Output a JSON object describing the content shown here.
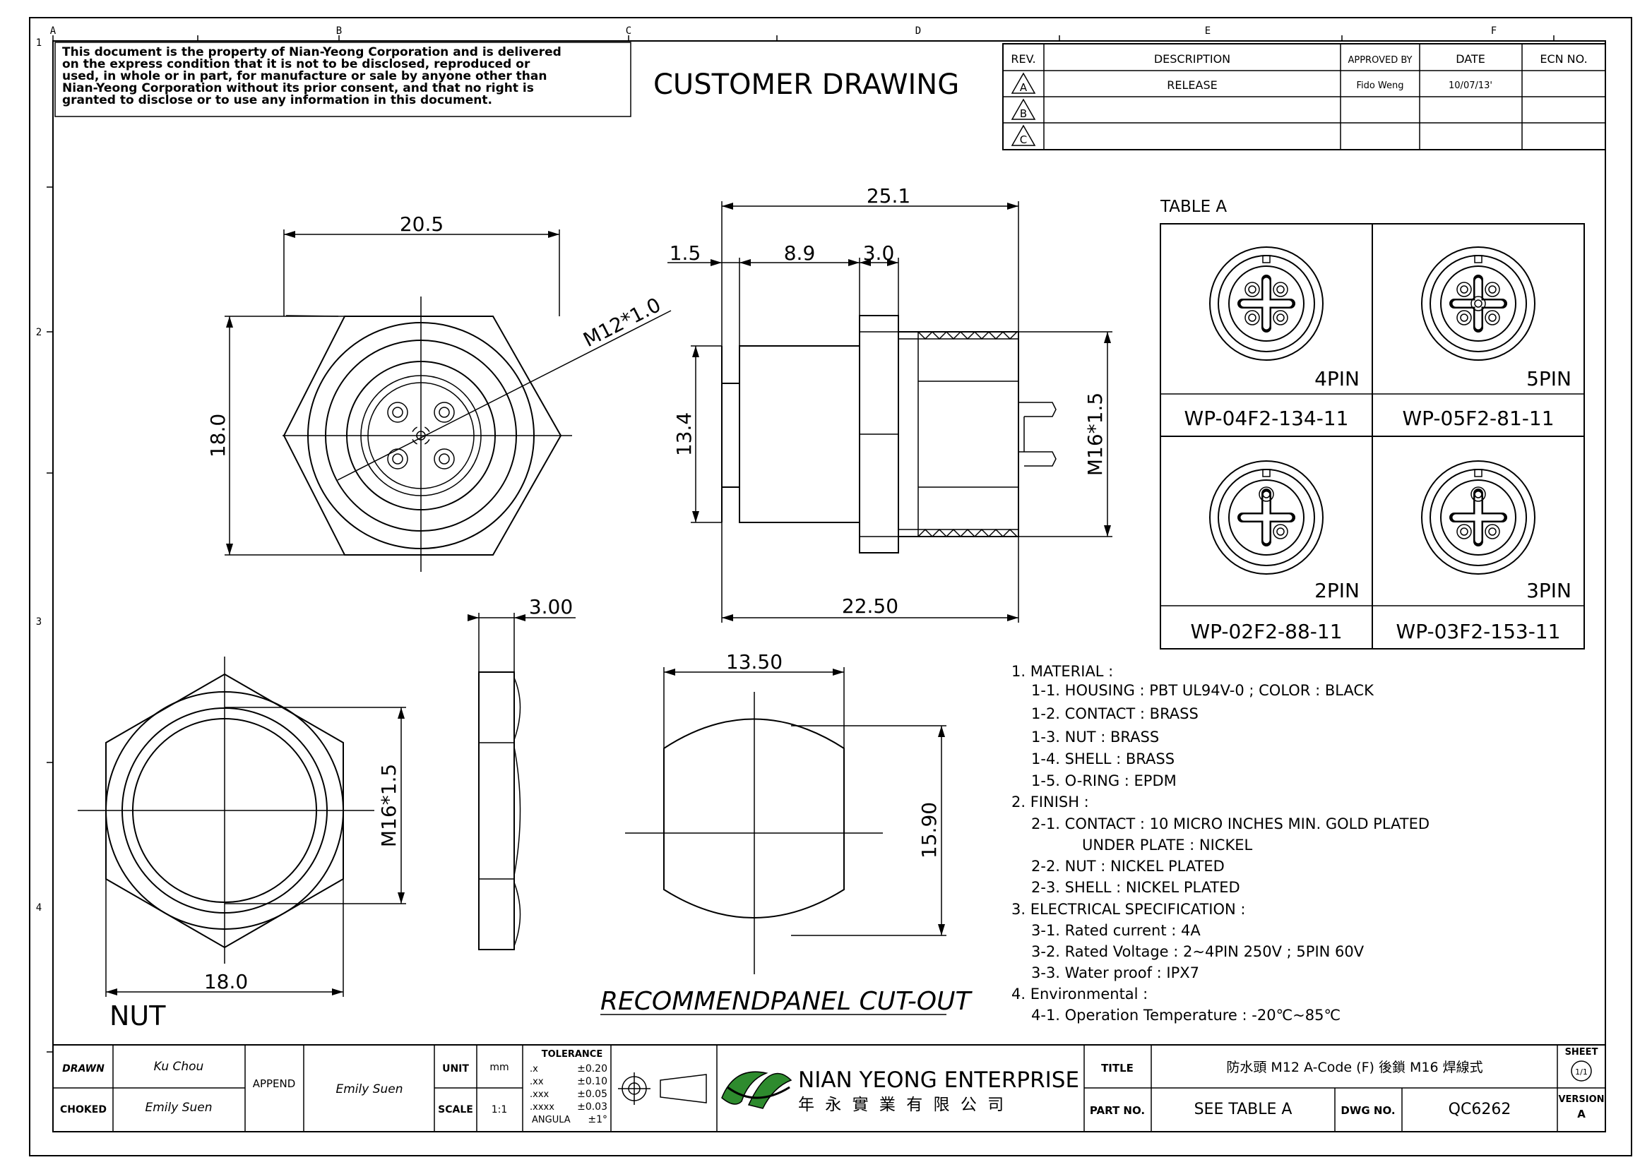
{
  "grid": {
    "cols": [
      "A",
      "B",
      "C",
      "D",
      "E",
      "F"
    ],
    "rows": [
      "1",
      "2",
      "3",
      "4"
    ]
  },
  "notice": {
    "lines": [
      "This document is the property of Nian-Yeong Corporation and is delivered",
      "on   the   express condition that it is not to be disclosed, reproduced or",
      "used, in whole or in part, for manufacture or sale by anyone other than",
      "Nian-Yeong Corporation without  its prior consent, and that  no right  is",
      "granted to disclose or to use any information in this  document."
    ]
  },
  "title_big": "CUSTOMER  DRAWING",
  "revision_table": {
    "headers": [
      "REV.",
      "DESCRIPTION",
      "APPROVED BY",
      "DATE",
      "ECN NO."
    ],
    "rows": [
      {
        "rev": "A",
        "description": "RELEASE",
        "approved": "Fido Weng",
        "date": "10/07/13'",
        "ecn": ""
      },
      {
        "rev": "B",
        "description": "",
        "approved": "",
        "date": "",
        "ecn": ""
      },
      {
        "rev": "C",
        "description": "",
        "approved": "",
        "date": "",
        "ecn": ""
      }
    ]
  },
  "dimensions": {
    "front_width": "20.5",
    "front_height": "18.0",
    "thread_label": "M12*1.0",
    "side_total": "25.1",
    "side_a": "1.5",
    "side_b": "8.9",
    "side_c": "3.0",
    "side_height": "13.4",
    "side_thread": "M16*1.5",
    "side_bottom": "22.50",
    "nut_thickness": "3.00",
    "nut_thread": "M16*1.5",
    "nut_width": "18.0",
    "cut_width": "13.50",
    "cut_height": "15.90"
  },
  "labels": {
    "nut": "NUT",
    "cutout": "RECOMMENDPANEL CUT-OUT"
  },
  "table_a": {
    "title": "TABLE A",
    "cells": [
      {
        "pins": "4PIN",
        "part": "WP-04F2-134-11"
      },
      {
        "pins": "5PIN",
        "part": "WP-05F2-81-11"
      },
      {
        "pins": "2PIN",
        "part": "WP-02F2-88-11"
      },
      {
        "pins": "3PIN",
        "part": "WP-03F2-153-11"
      }
    ]
  },
  "specs": [
    "1. MATERIAL :",
    "1-1. HOUSING : PBT UL94V-0 ; COLOR : BLACK",
    "1-2. CONTACT : BRASS",
    "1-3. NUT : BRASS",
    "1-4. SHELL : BRASS",
    "1-5. O-RING : EPDM",
    "2. FINISH :",
    "2-1. CONTACT : 10 MICRO INCHES MIN. GOLD PLATED",
    "UNDER PLATE : NICKEL",
    "2-2. NUT : NICKEL PLATED",
    "2-3. SHELL : NICKEL PLATED",
    "3. ELECTRICAL SPECIFICATION :",
    "3-1. Rated current : 4A",
    "3-2. Rated Voltage : 2~4PIN 250V ; 5PIN 60V",
    "3-3. Water proof : IPX7",
    "4. Environmental :",
    "4-1. Operation Temperature : -20℃~85℃"
  ],
  "title_block": {
    "drawn_label": "DRAWN",
    "drawn_value": "Ku Chou",
    "checked_label": "CHOKED",
    "checked_value": "Emily Suen",
    "append_label": "APPEND",
    "append_value": "Emily Suen",
    "unit_label": "UNIT",
    "unit_value": "mm",
    "scale_label": "SCALE",
    "scale_value": "1:1",
    "tolerance_label": "TOLERANCE",
    "tolerances": [
      {
        "k": ".x",
        "v": "±0.20"
      },
      {
        "k": ".xx",
        "v": "±0.10"
      },
      {
        "k": ".xxx",
        "v": "±0.05"
      },
      {
        "k": ".xxxx",
        "v": "±0.03"
      },
      {
        "k": "ANGULA",
        "v": "±1°"
      }
    ],
    "company_en": "NIAN YEONG ENTERPRISE",
    "company_zh": "年 永 實 業 有 限 公 司",
    "title_label": "TITLE",
    "title_value": "防水頭 M12 A-Code (F) 後鎖 M16 焊線式",
    "partno_label": "PART NO.",
    "partno_value": "SEE TABLE A",
    "dwgno_label": "DWG NO.",
    "dwgno_value": "QC6262",
    "sheet_label": "SHEET",
    "sheet_value": "1/1",
    "version_label": "VERSION",
    "version_value": "A"
  },
  "colors": {
    "ink": "#000000",
    "paper": "#ffffff",
    "logo_green": "#2e8b2e"
  }
}
